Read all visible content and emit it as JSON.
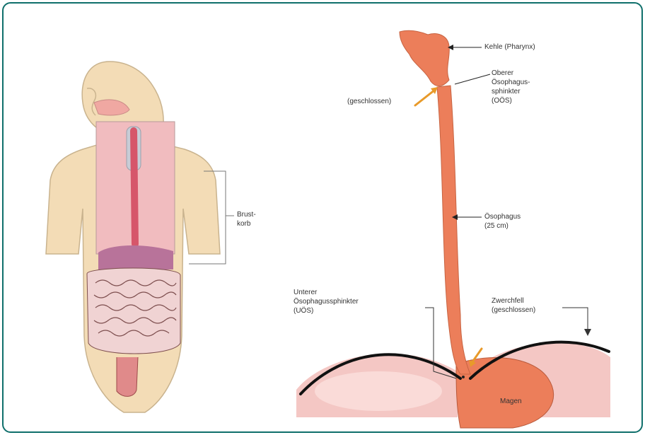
{
  "labels": {
    "pharynx": "Kehle (Pharynx)",
    "ues_line1": "Oberer",
    "ues_line2": "Ösophagus-",
    "ues_line3": "sphinkter",
    "ues_line4": "(OÖS)",
    "closed_top": "(geschlossen)",
    "esophagus_line1": "Ösophagus",
    "esophagus_line2": "(25 cm)",
    "les_line1": "Unterer",
    "les_line2": "Ösophagussphinkter",
    "les_line3": "(UÖS)",
    "diaphragm_line1": "Zwerchfell",
    "diaphragm_line2": "(geschlossen)",
    "stomach": "Magen",
    "thorax_line1": "Brust-",
    "thorax_line2": "korb"
  },
  "colors": {
    "frame": "#0f6f6b",
    "body": "#f3dcb6",
    "esophagus": "#e8764f",
    "stomach": "#f4bcb7",
    "arrow": "#e89a2a",
    "diaphragm": "#111111"
  }
}
